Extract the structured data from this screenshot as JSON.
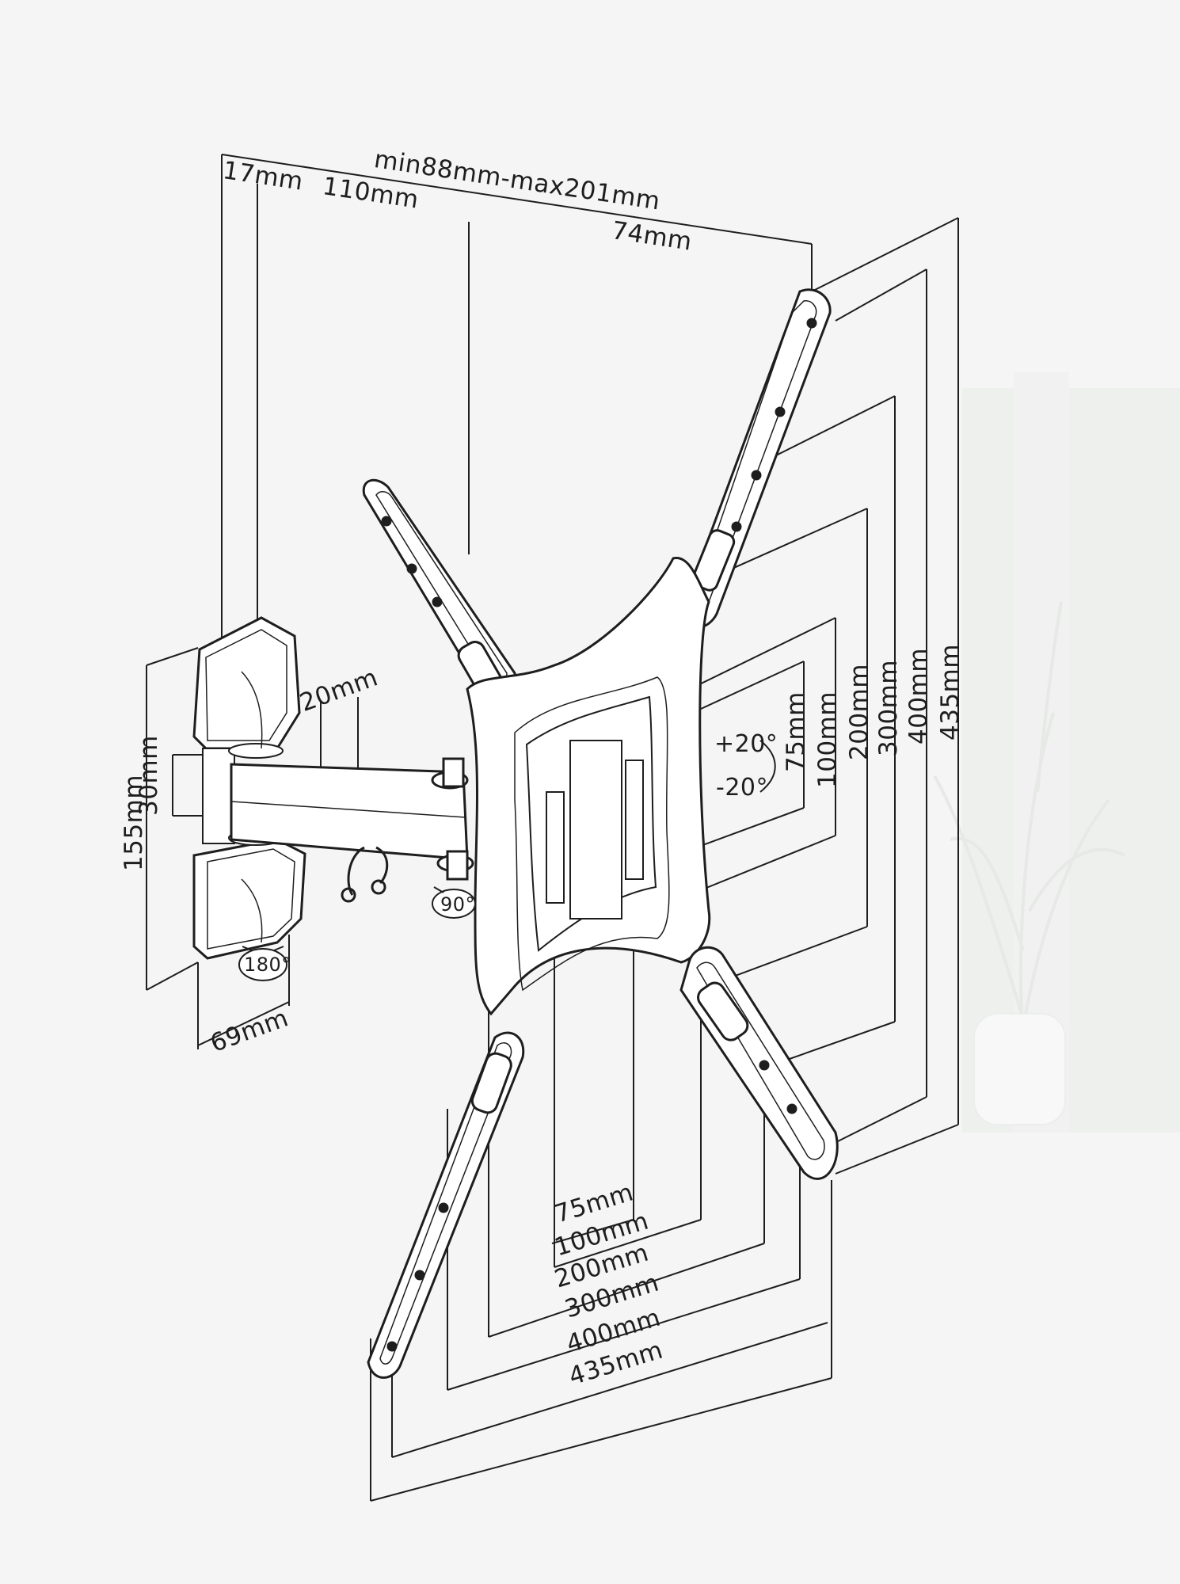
{
  "dimensions": {
    "depth_range": "min88mm-max201mm",
    "wall_plate_depth": "17mm",
    "arm_length": "110mm",
    "plate_offset": "74mm",
    "arm_gap": "20mm",
    "arm_height": "30mm",
    "wall_plate_height": "155mm",
    "wall_plate_width": "69mm",
    "vertical_spacings": [
      "75mm",
      "100mm",
      "200mm",
      "300mm",
      "400mm",
      "435mm"
    ],
    "horizontal_spacings": [
      "75mm",
      "100mm",
      "200mm",
      "300mm",
      "400mm",
      "435mm"
    ]
  },
  "tilt": {
    "up": "+20°",
    "down": "-20°"
  },
  "rotation": {
    "swivel": "180°",
    "rotate": "90°"
  },
  "colors": {
    "background": "#f4f4f4",
    "line": "#1e1e1e",
    "fill": "#ffffff"
  }
}
